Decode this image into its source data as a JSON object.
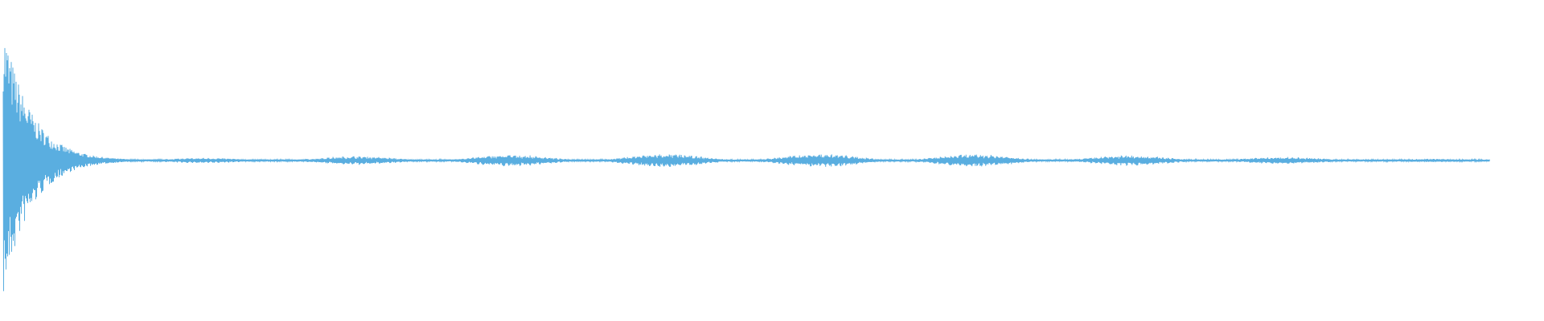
{
  "waveform": {
    "color": "#5aaee0",
    "background": "#ffffff",
    "description_type": "audio-waveform",
    "envelope": {
      "attack_peak_fraction": 1.0,
      "decay_to_fraction": 0.02,
      "tail_swell_peak_fraction": 0.05,
      "duration_fraction_of_width": 0.97
    }
  }
}
